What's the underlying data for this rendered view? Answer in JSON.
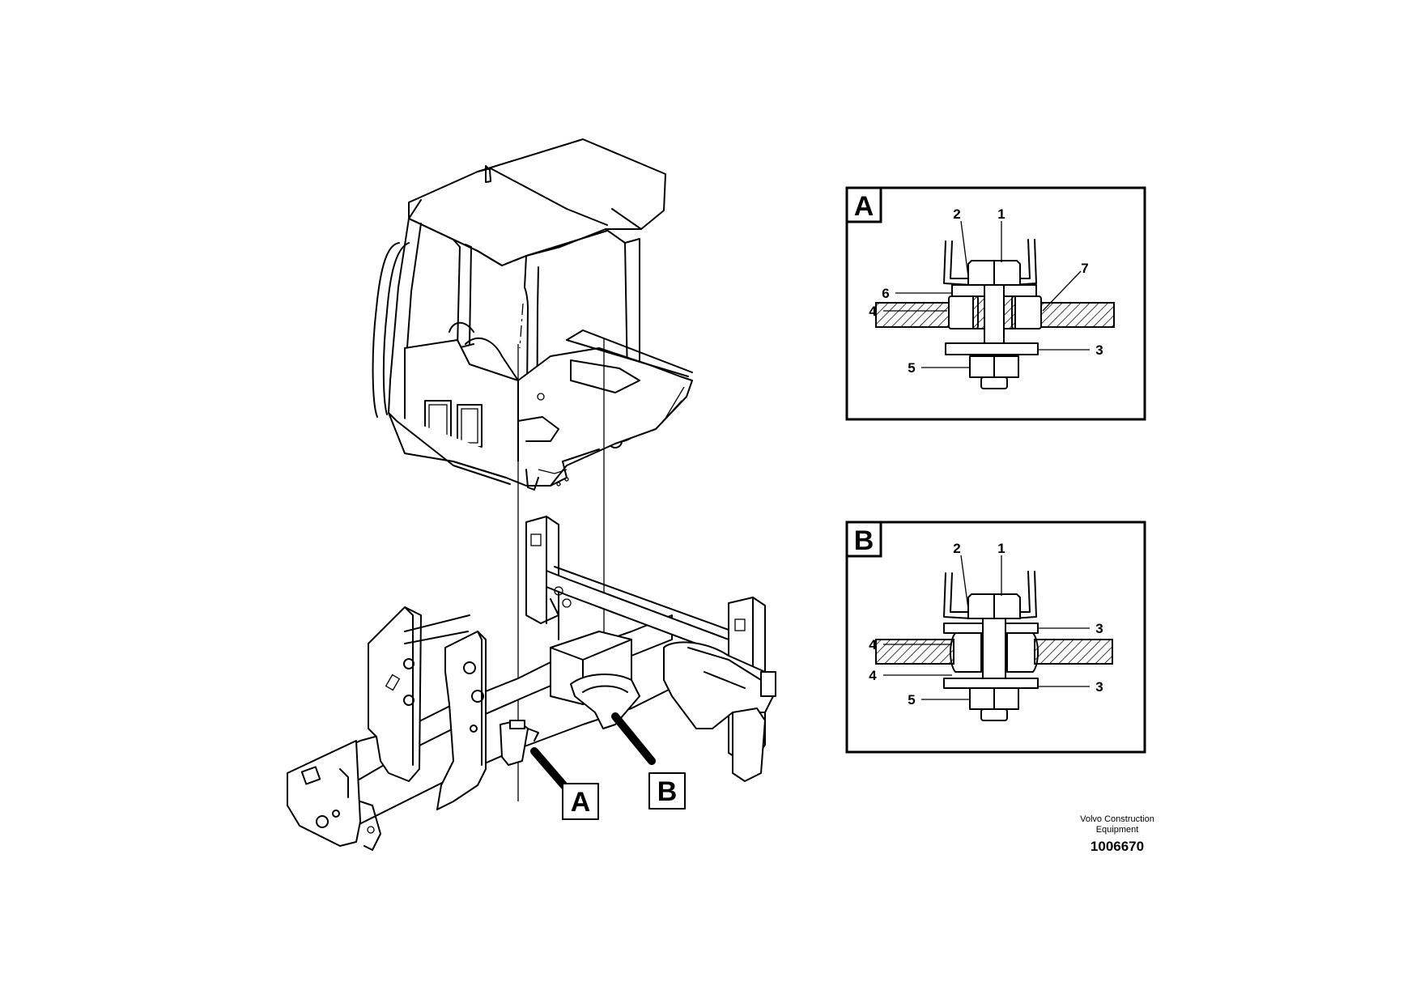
{
  "detail_a": {
    "label": "A",
    "callouts": {
      "c1": "1",
      "c2": "2",
      "c3": "3",
      "c4": "4",
      "c5": "5",
      "c6": "6",
      "c7": "7"
    }
  },
  "detail_b": {
    "label": "B",
    "callouts": {
      "c1": "1",
      "c2": "2",
      "c3_top": "3",
      "c4_top": "4",
      "c4_bottom": "4",
      "c3_bottom": "3",
      "c5": "5"
    }
  },
  "markers": {
    "a": "A",
    "b": "B"
  },
  "brand": {
    "line1": "Volvo Construction",
    "line2": "Equipment"
  },
  "reference_number": "1006670"
}
